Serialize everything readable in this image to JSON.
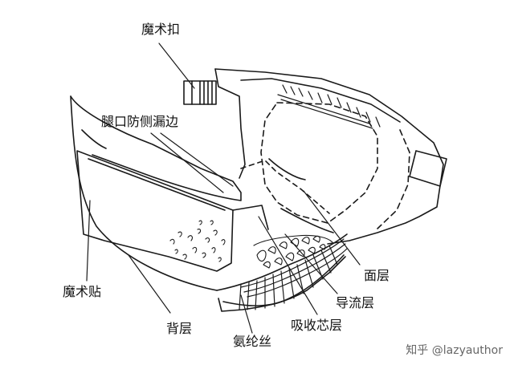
{
  "labels": {
    "velcro_buckle": "魔术扣",
    "leg_leak_guard": "腿口防侧漏边",
    "top_sheet": "面层",
    "acquisition_layer": "导流层",
    "absorbent_core": "吸收芯层",
    "velcro_patch": "魔术贴",
    "back_sheet": "背层",
    "spandex_thread": "氨纶丝"
  },
  "watermark": "知乎 @lazyauthor",
  "colors": {
    "ink": "#1a1a1a",
    "background": "#ffffff",
    "watermark": "#666666"
  }
}
